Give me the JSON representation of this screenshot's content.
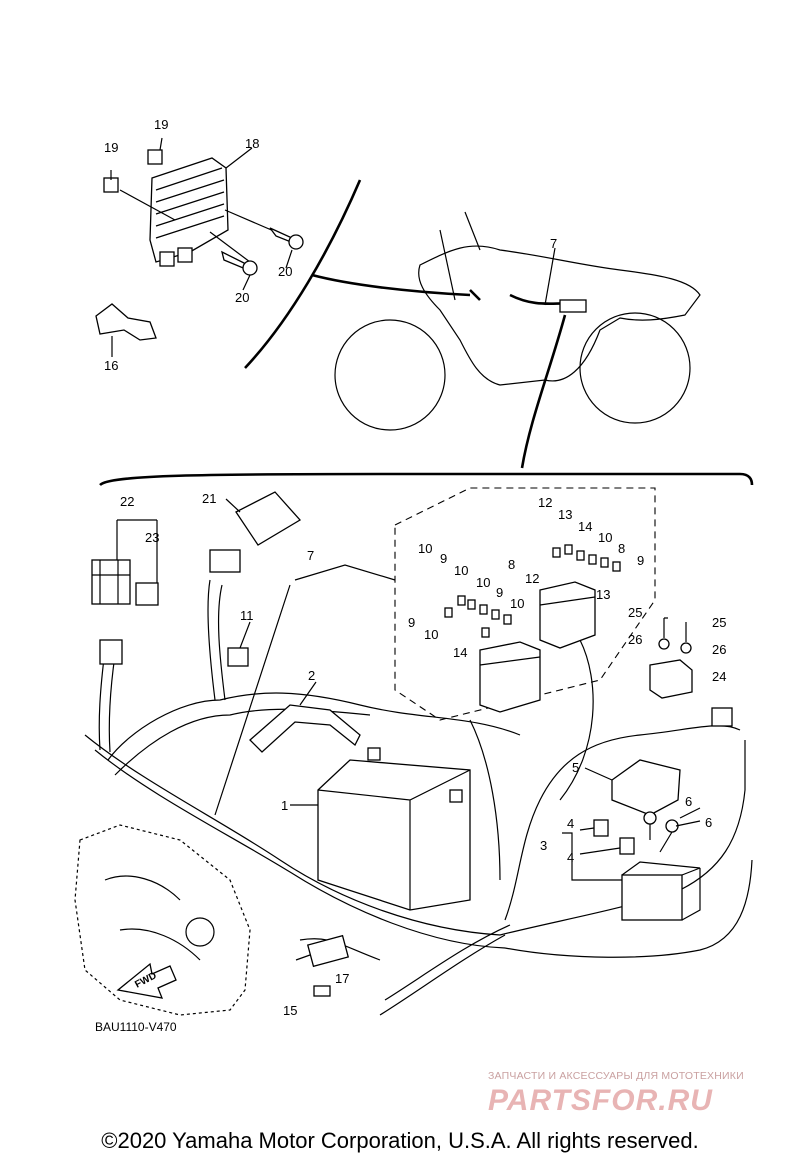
{
  "diagram": {
    "code": "BAU1110-V470",
    "fwd_label": "FWD",
    "callouts": [
      "1",
      "2",
      "3",
      "4",
      "5",
      "6",
      "7",
      "8",
      "9",
      "10",
      "11",
      "12",
      "13",
      "14",
      "15",
      "16",
      "17",
      "18",
      "19",
      "20",
      "21",
      "22",
      "23",
      "24",
      "25",
      "26"
    ]
  },
  "watermark": {
    "line1": "ЗАПЧАСТИ И АКСЕССУАРЫ ДЛЯ МОТОТЕХНИКИ",
    "logo": "PARTSFOR.RU"
  },
  "copyright": "©2020 Yamaha Motor Corporation, U.S.A. All rights reserved."
}
